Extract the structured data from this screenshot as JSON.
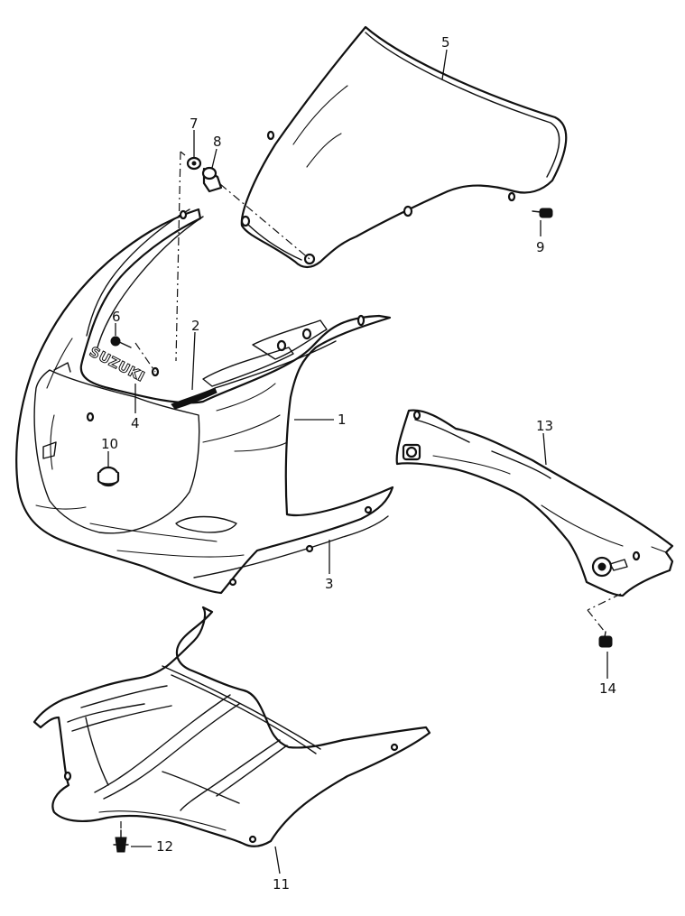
{
  "diagram": {
    "logo_text": "SUZUKI",
    "callouts": [
      {
        "id": "1",
        "label": "1"
      },
      {
        "id": "2",
        "label": "2"
      },
      {
        "id": "3",
        "label": "3"
      },
      {
        "id": "4",
        "label": "4"
      },
      {
        "id": "5",
        "label": "5"
      },
      {
        "id": "6",
        "label": "6"
      },
      {
        "id": "7",
        "label": "7"
      },
      {
        "id": "8",
        "label": "8"
      },
      {
        "id": "9",
        "label": "9"
      },
      {
        "id": "10",
        "label": "10"
      },
      {
        "id": "11",
        "label": "11"
      },
      {
        "id": "12",
        "label": "12"
      },
      {
        "id": "13",
        "label": "13"
      },
      {
        "id": "14",
        "label": "14"
      }
    ]
  }
}
